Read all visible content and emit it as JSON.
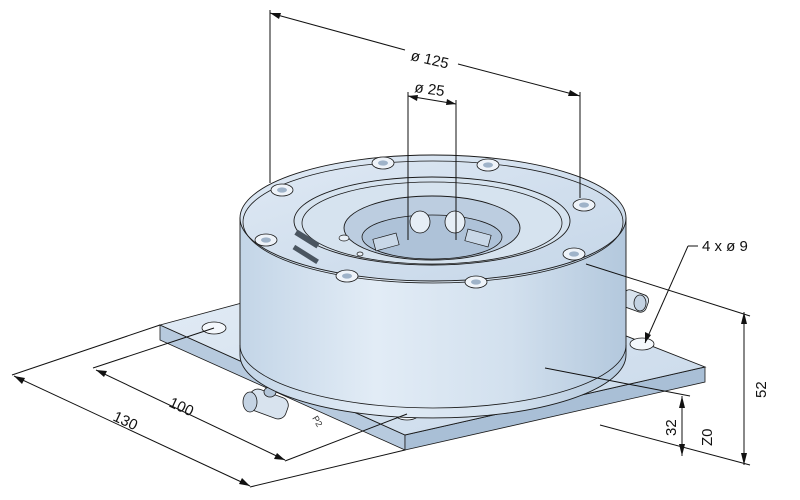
{
  "dimensions": {
    "outer_diameter": "ø 125",
    "inner_diameter": "ø 25",
    "holes": "4 x ø 9",
    "base_width": "130",
    "hole_spacing": "100",
    "total_height": "52",
    "base_height": "32",
    "zero_point": "Z0"
  },
  "markings": {
    "port_label": "P2"
  },
  "colors": {
    "body_light": "#dbe7f2",
    "body_mid": "#c7d7e8",
    "body_dark": "#a9bfd6",
    "outline": "#1a1a1a"
  }
}
